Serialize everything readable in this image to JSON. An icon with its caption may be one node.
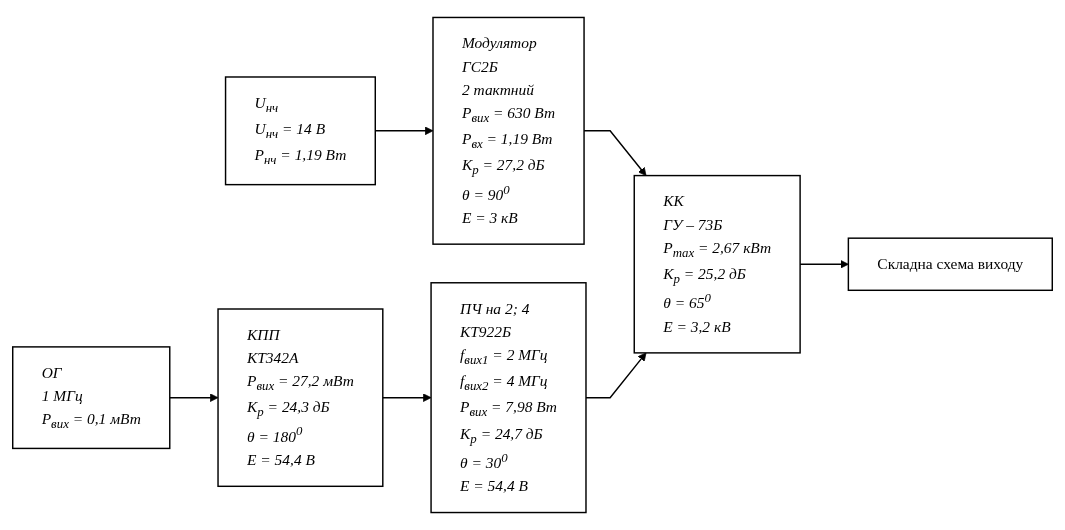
{
  "diagram": {
    "nodes": [
      {
        "text": [
          "U$_{нч}$",
          "U$_{нч}$ = 14 В",
          "P$_{нч}$ = 1,19 Вт"
        ]
      },
      {
        "text": [
          "Модулятор",
          "ГС2Б",
          "2 тактний",
          "P$_{вих}$ = 630 Вт",
          "P$_{вх}$ = 1,19 Вт",
          "K$_{p}$ = 27,2 дБ",
          "θ = 90$^{0}$",
          "E = 3 кВ"
        ]
      },
      {
        "text": [
          "ОГ",
          "1 МГц",
          "P$_{вих}$ = 0,1 мВт"
        ]
      },
      {
        "text": [
          "КПП",
          "КТ342А",
          "P$_{вих}$ = 27,2 мВт",
          "K$_{p}$ = 24,3 дБ",
          "θ = 180$^{0}$",
          "E = 54,4 В"
        ]
      },
      {
        "text": [
          "ПЧ на 2; 4",
          "КТ922Б",
          "f$_{вих1}$ = 2 МГц",
          "f$_{вих2}$ = 4 МГц",
          "P$_{вих}$ = 7,98 Вт",
          "K$_{p}$ = 24,7 дБ",
          "θ = 30$^{0}$",
          "E = 54,4 В"
        ]
      },
      {
        "text": [
          "КК",
          "ГУ – 73Б",
          "P$_{max}$ = 2,67 кВт",
          "K$_{p}$ = 25,2 дБ",
          "θ = 65$^{0}$",
          "E = 3,2 кВ"
        ]
      },
      {
        "text": [
          "Складна схема виходу"
        ]
      }
    ],
    "edges": [
      {
        "from": 0,
        "to": 1,
        "arrow": "to"
      },
      {
        "from": 1,
        "to": 5,
        "arrow": "to"
      },
      {
        "from": 2,
        "to": 3,
        "arrow": "to"
      },
      {
        "from": 3,
        "to": 4,
        "arrow": "to"
      },
      {
        "from": 4,
        "to": 5,
        "arrow": "to"
      },
      {
        "from": 5,
        "to": 6,
        "arrow": "to"
      }
    ]
  }
}
